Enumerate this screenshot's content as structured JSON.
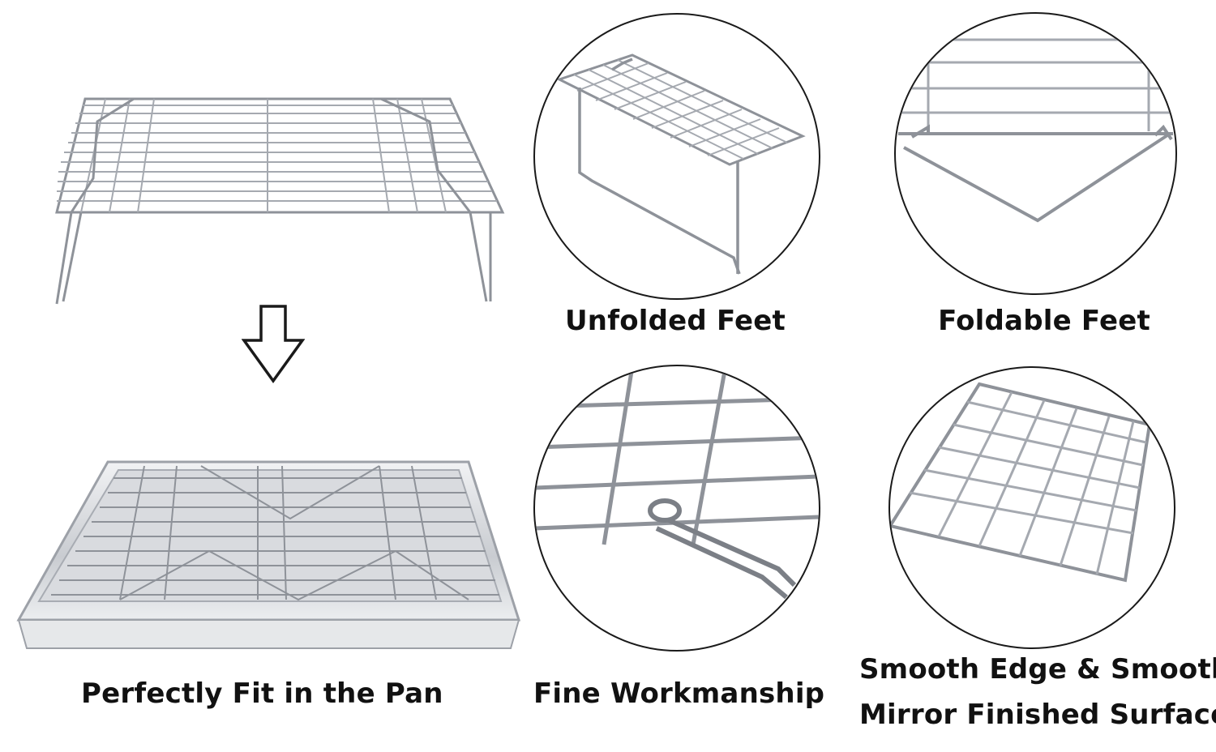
{
  "captions": {
    "unfolded_feet": "Unfolded Feet",
    "foldable_feet": "Foldable Feet",
    "fit_pan": "Perfectly Fit in the Pan",
    "workmanship": "Fine Workmanship",
    "smooth_line1": "Smooth Edge & Smooth",
    "smooth_line2": "Mirror Finished Surface"
  },
  "icons": {
    "arrow": "arrow-down-icon"
  },
  "colors": {
    "steel": "#b9bcc2",
    "steel_dark": "#7b7f86",
    "outline": "#1a1a1a",
    "text": "#111111"
  }
}
